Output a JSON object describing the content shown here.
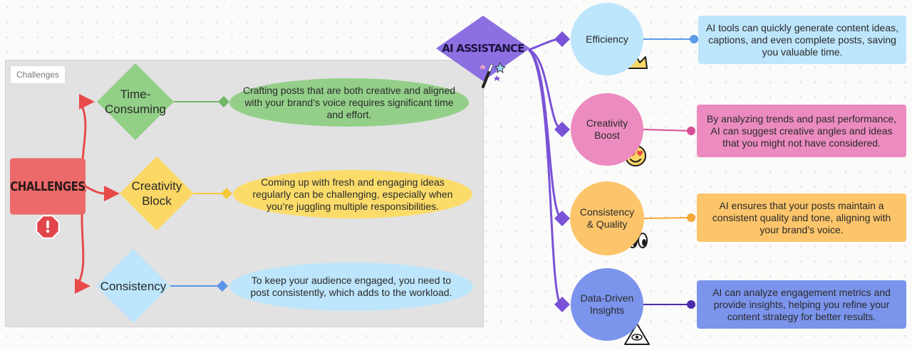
{
  "frame": {
    "label": "Challenges"
  },
  "challenges": {
    "label": "CHALLENGES",
    "items": [
      {
        "title": "Time-Consuming",
        "title_lines": [
          "Time-",
          "Consuming"
        ],
        "desc": "Crafting posts that are both creative and aligned with your brand’s voice requires significant time and effort.",
        "color": "#92cf87",
        "oval_color": "#94cf89",
        "line_color": "#71b766"
      },
      {
        "title": "Creativity Block",
        "title_lines": [
          "Creativity",
          "Block"
        ],
        "desc": "Coming up with fresh and engaging ideas regularly can be challenging, especially when you’re juggling multiple responsibilities.",
        "color": "#fbd765",
        "oval_color": "#fbdc6a",
        "line_color": "#f5c93a"
      },
      {
        "title": "Consistency",
        "title_lines": [
          "Consistency"
        ],
        "desc": "To keep your audience engaged, you need to post consistently, which adds to the workload.",
        "color": "#bde5fb",
        "oval_color": "#bde5fb",
        "line_color": "#5b93e8"
      }
    ]
  },
  "ai": {
    "label": "AI ASSISTANCE",
    "color": "#8c6fe1",
    "items": [
      {
        "title": "Efficiency",
        "title_lines": [
          "Efficiency"
        ],
        "desc": "AI tools can quickly generate content ideas, captions, and even complete posts, saving you valuable time.",
        "color": "#bde5fb",
        "rect_color": "#bde5fb",
        "line_color": "#5b9ae8",
        "sticker": "crown-icon"
      },
      {
        "title": "Creativity Boost",
        "title_lines": [
          "Creativity",
          "Boost"
        ],
        "desc": "By analyzing trends and past performance, AI can suggest creative angles and ideas that you might not have considered.",
        "color": "#ec8bc0",
        "rect_color": "#ec8bc0",
        "line_color": "#d94f93",
        "sticker": "heart-eyes-icon"
      },
      {
        "title": "Consistency & Quality",
        "title_lines": [
          "Consistency",
          "& Quality"
        ],
        "desc": "AI ensures that your posts maintain a consistent quality and tone, aligning with your brand’s voice.",
        "color": "#fcc56b",
        "rect_color": "#fcc56b",
        "line_color": "#f5a83b",
        "sticker": "eyes-icon"
      },
      {
        "title": "Data-Driven Insights",
        "title_lines": [
          "Data-Driven",
          "Insights"
        ],
        "desc": "AI can analyze engagement metrics and provide insights, helping you refine your content strategy for better results.",
        "color": "#7b94ec",
        "rect_color": "#7b94ec",
        "line_color": "#4b2aa8",
        "sticker": "eye-pyramid-icon"
      }
    ]
  },
  "colors": {
    "red": "#e84a4a",
    "purple": "#7a52d8",
    "warning": "#e0454b"
  },
  "icons": {
    "warning": "warning-icon",
    "wand": "magic-wand-icon"
  }
}
